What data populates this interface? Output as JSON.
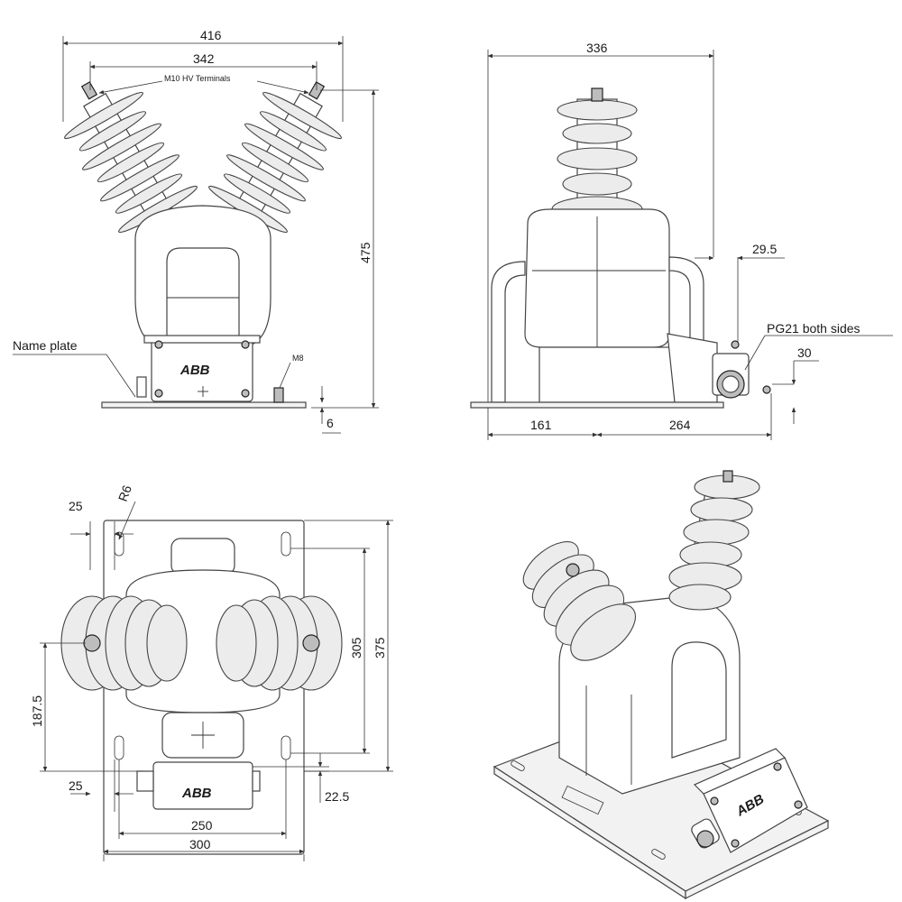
{
  "front_view": {
    "dim_overall_width": "416",
    "dim_terminal_spacing": "342",
    "label_terminals": "M10 HV Terminals",
    "dim_height": "475",
    "label_name_plate": "Name plate",
    "label_m8": "M8",
    "dim_base_thickness": "6",
    "logo": "ABB"
  },
  "side_view": {
    "dim_width": "336",
    "dim_29_5": "29.5",
    "label_pg21": "PG21 both sides",
    "dim_30": "30",
    "dim_161": "161",
    "dim_264": "264"
  },
  "top_view": {
    "dim_25_top": "25",
    "dim_radius": "R6",
    "dim_305": "305",
    "dim_375": "375",
    "dim_187_5": "187.5",
    "dim_25_bottom": "25",
    "dim_22_5": "22.5",
    "dim_250": "250",
    "dim_300": "300",
    "logo": "ABB"
  },
  "iso_view": {
    "logo": "ABB"
  }
}
